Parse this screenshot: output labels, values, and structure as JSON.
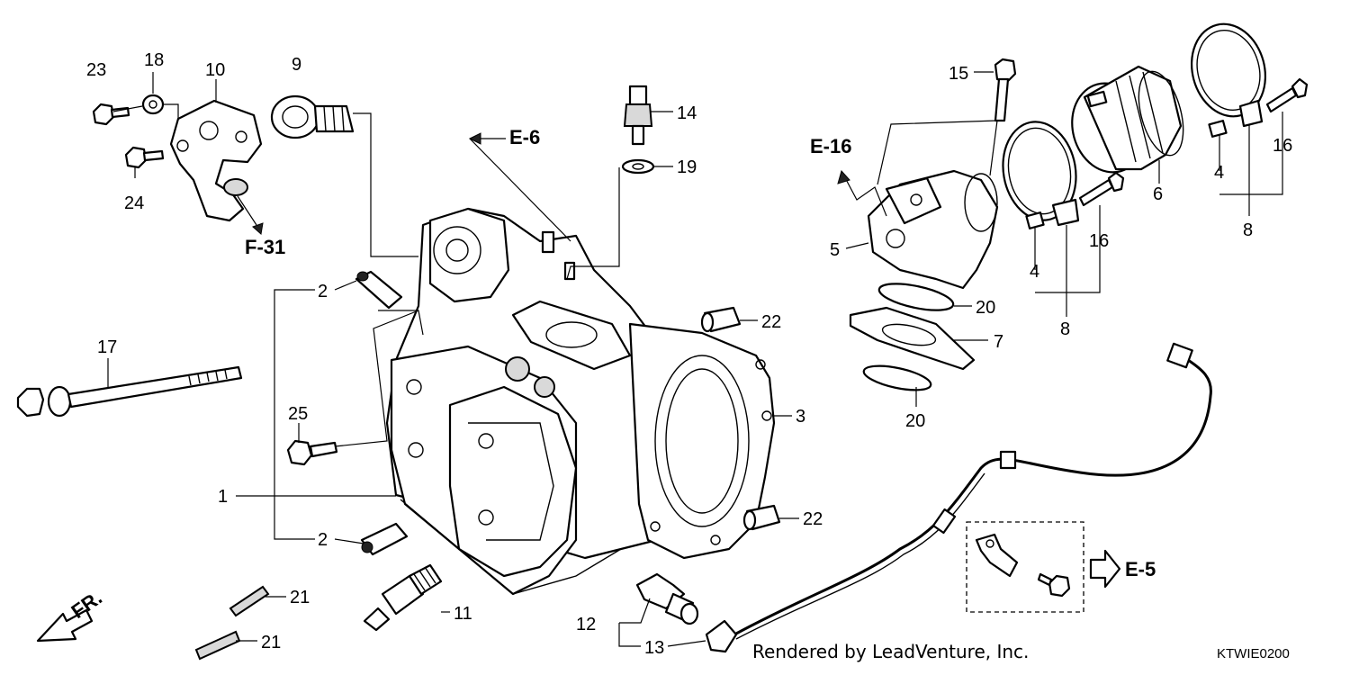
{
  "callouts": {
    "c1": "1",
    "c2a": "2",
    "c2b": "2",
    "c3": "3",
    "c4a": "4",
    "c4b": "4",
    "c5": "5",
    "c6": "6",
    "c7": "7",
    "c8a": "8",
    "c8b": "8",
    "c9": "9",
    "c10": "10",
    "c11": "11",
    "c12": "12",
    "c13": "13",
    "c14": "14",
    "c15": "15",
    "c16a": "16",
    "c16b": "16",
    "c17": "17",
    "c18": "18",
    "c19": "19",
    "c20a": "20",
    "c20b": "20",
    "c21a": "21",
    "c21b": "21",
    "c22a": "22",
    "c22b": "22",
    "c23": "23",
    "c24": "24",
    "c25": "25"
  },
  "refs": {
    "e6": "E-6",
    "e16": "E-16",
    "f31": "F-31",
    "e5": "E-5",
    "fr": "FR."
  },
  "footer": {
    "credit": "Rendered by LeadVenture, Inc.",
    "code": "KTWIE0200"
  }
}
